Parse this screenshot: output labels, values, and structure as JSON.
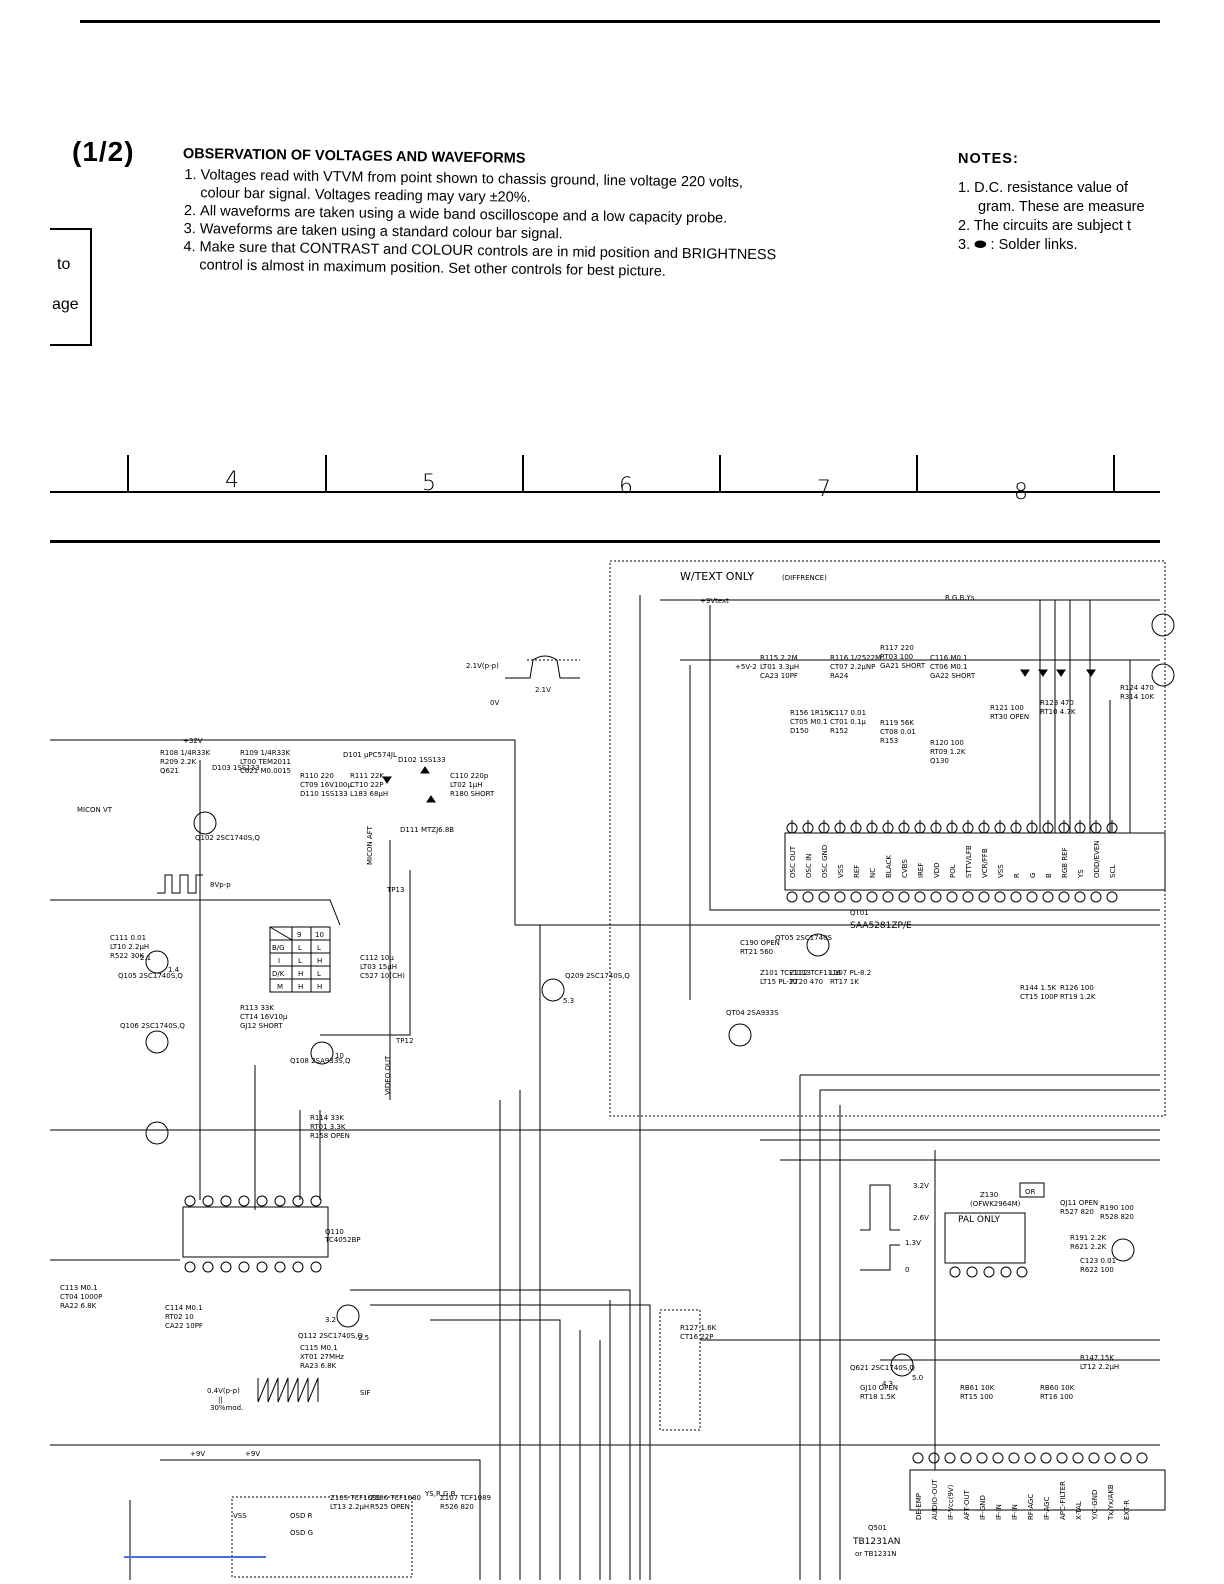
{
  "page_id": "(1/2)",
  "observation": {
    "title": "OBSERVATION OF VOLTAGES AND WAVEFORMS",
    "items": [
      "Voltages read with VTVM from point shown to chassis ground, line voltage 220 volts, colour bar signal. Voltages reading may vary ±20%.",
      "All waveforms are taken using a wide band oscilloscope and a low capacity probe.",
      "Waveforms are taken using a standard colour bar signal.",
      "Make sure that CONTRAST and COLOUR controls are in mid position and BRIGHTNESS control is almost in maximum position. Set other controls for best picture."
    ]
  },
  "notes": {
    "title": "NOTES:",
    "n1a": "1.  D.C. resistance value of",
    "n1b": "gram.  These are measure",
    "n2": "2.  The circuits are subject t",
    "n3": "3.   ⬬  : Solder links."
  },
  "side_box": {
    "line1": "to",
    "line2": "age"
  },
  "ruler": {
    "columns": [
      "4",
      "5",
      "6",
      "7",
      "8"
    ]
  },
  "schematic": {
    "header": "W/TEXT  ONLY",
    "header_note": "(DIFFRENCE)",
    "ic_teletext_name": "QT01",
    "ic_teletext_part": "SAA5281ZP/E",
    "ic_switch_name": "Q110",
    "ic_switch_part": "TC4052BP",
    "ic_if_name": "Q501",
    "ic_if_part": "TB1231AN",
    "ic_if_alt": "or TB1231N",
    "pal_only": "PAL  ONLY",
    "or_box": "OR",
    "z130": "Z130",
    "z130_part": "(OFWK2964M)",
    "wave1_amp": "2.1V(p-p)",
    "wave1_lvl": "2.1V",
    "wave1_zero": "0V",
    "wave2_amp": "8Vp-p",
    "wave3_amp": "0.4V(p-p)",
    "wave3_eq": "||",
    "wave3_mod": "30%mod.",
    "wave4_top": "3.2V",
    "wave4_mid": "2.6V",
    "wave4_low": "1.3V",
    "wave4_zero": "0",
    "sif": "SIF",
    "micon_vt": "MICON VT",
    "micon_aft": "MICON AFT",
    "video_out": "VIDEO OUT",
    "tp12": "TP12",
    "tp13": "TP13",
    "q102": "Q102 2SC1740S,Q",
    "q105": "Q105 2SC1740S,Q",
    "q106": "Q106 2SC1740S,Q",
    "q108": "Q108 2SA933S,Q",
    "q112": "Q112 2SC1740S,Q",
    "q209": "Q209 2SC1740S,Q",
    "qt04": "QT04 2SA933S",
    "qt05": "QT05 2SC1740S",
    "q621": "Q621 2SC1740S,Q",
    "d101": "D101 μPC574JL",
    "d102": "D102 1SS133",
    "d103": "D103 1SS133",
    "d111": "D111 MTZJ6.8B",
    "v32": "+32V",
    "v9a": "+9V",
    "v9b": "+9V",
    "v9vtext": "+9Vtext",
    "v5": "+5V-2",
    "rgb": "R.G.B.Ys",
    "ys_rgb": "YS,R,G,B",
    "osd_r": "OSD R",
    "osd_g": "OSD G",
    "vss": "VSS",
    "voltage_52": "5.3",
    "voltage_21": "2.1",
    "voltage_14": "1.4",
    "voltage_32": "3.2",
    "voltage_25": "2.5",
    "voltage_10": "10",
    "voltage_50": "5.0",
    "voltage_43": "4.3",
    "truth_header": [
      "9",
      "10"
    ],
    "truth_rows": [
      [
        "B/G",
        "L",
        "L"
      ],
      [
        "I",
        "L",
        "H"
      ],
      [
        "D/K",
        "H",
        "L"
      ],
      [
        "M",
        "H",
        "H"
      ]
    ],
    "teletext_pins": [
      "OSC OUT",
      "OSC IN",
      "OSC GND",
      "VSS",
      "REF",
      "NC",
      "BLACK",
      "CVBS",
      "IREF",
      "VDD",
      "POL",
      "STTV/LFB",
      "VCR/FFB",
      "VSS",
      "R",
      "G",
      "B",
      "RGB REF",
      "YS",
      "ODD/EVEN",
      "SCL"
    ],
    "if_pins": [
      "DE-EMP",
      "AUDIO-OUT",
      "IF-Vcc(9V)",
      "AFT-OUT",
      "IF-GND",
      "IF-IN",
      "IF-IN",
      "RF-AGC",
      "IF-AGC",
      "APC-FILTER",
      "X-TAL",
      "Y/C-GND",
      "Tx/Yx/AKB",
      "EXT-R"
    ],
    "components": [
      "R108 1/4R33K",
      "R109 1/4R33K",
      "R110 220",
      "R111 22K",
      "C110 220p",
      "C111 0.01",
      "C112 10μ",
      "R113 33K",
      "R114 33K",
      "C113 M0.1",
      "C114 M0.1",
      "C115 M0.1",
      "R115 2.2M",
      "R116 1/2522M",
      "R117 220",
      "C116 M0.1",
      "R156 1R15K",
      "C117 0.01",
      "R119 56K",
      "R120 100",
      "R121 100",
      "R123 470",
      "R124 470",
      "C190 OPEN",
      "Z101 TCF1113",
      "Z102 TCF1116",
      "L107 PL-8.2",
      "R144 1.5K",
      "R126 100",
      "R127 1.6K",
      "GJ10 OPEN",
      "RB61 10K",
      "RB60 10K",
      "R147 15K",
      "Z105 TCF1031",
      "Z106 TCF1080",
      "Z107 TCF1089",
      "QJ11 OPEN",
      "R190 100",
      "R191 2.2K",
      "C123 0.01",
      "R209 2.2K",
      "LT00 TEM2011",
      "CT09 16V100μ",
      "CT10 22P",
      "LT02 1μH",
      "LT10 2.2μH",
      "LT03 15μH",
      "CT14 16V10μ",
      "RT01 3.3K",
      "CT04 1000P",
      "RT02 10",
      "XT01 27MHz",
      "LT01 3.3μH",
      "CT07 2.2μNP",
      "RT03 100",
      "CT06 M0.1",
      "CT05 M0.1",
      "CT01 0.1μ",
      "CT08 0.01",
      "RT09 1.2K",
      "RT30 OPEN",
      "RT10 4.7K",
      "R314 10K",
      "RT21 560",
      "LT15 PL-22",
      "RT20 470",
      "RT17 1K",
      "CT15 100P",
      "RT19 1.2K",
      "CT16 22P",
      "RT18 1.5K",
      "RT15 100",
      "RT16 100",
      "LT12 2.2μH",
      "LT13 2.2μH",
      "R525 OPEN",
      "R526 820",
      "R527 820",
      "R528 820",
      "R621 2.2K",
      "R622 100",
      "Q621",
      "C621 M0.0015",
      "D110 1SS133",
      "L183 68μH",
      "R180 SHORT",
      "R522 30K",
      "C527 10(CH)",
      "GJ12 SHORT",
      "R158 OPEN",
      "RA22 6.8K",
      "CA22 10PF",
      "RA23 6.8K",
      "CA23 10PF",
      "RA24",
      "GA21 SHORT",
      "GA22 SHORT",
      "D150",
      "R152",
      "R153",
      "Q130"
    ]
  }
}
